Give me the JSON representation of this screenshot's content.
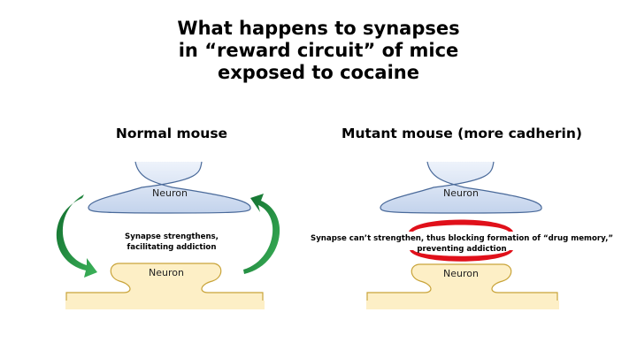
{
  "title": [
    "What happens to synapses",
    "in “reward circuit” of mice",
    "exposed to cocaine"
  ],
  "panels": {
    "normal": {
      "heading": "Normal mouse",
      "top_neuron": "Neuron",
      "bottom_neuron": "Neuron",
      "caption": [
        "Synapse strengthens,",
        "facilitating addiction"
      ]
    },
    "mutant": {
      "heading": "Mutant mouse (more cadherin)",
      "top_neuron": "Neuron",
      "bottom_neuron": "Neuron",
      "caption": [
        "Synapse can’t strengthen, thus blocking formation of “drug memory,”",
        "preventing addiction"
      ]
    }
  },
  "colors": {
    "top_neuron_fill": "#d3dff0",
    "top_neuron_stroke": "#3a5a8c",
    "bottom_neuron_fill": "#fdefc6",
    "bottom_neuron_stroke": "#c9a43a",
    "arrow_green": "#1e8a3c",
    "block_red": "#e0101a"
  }
}
